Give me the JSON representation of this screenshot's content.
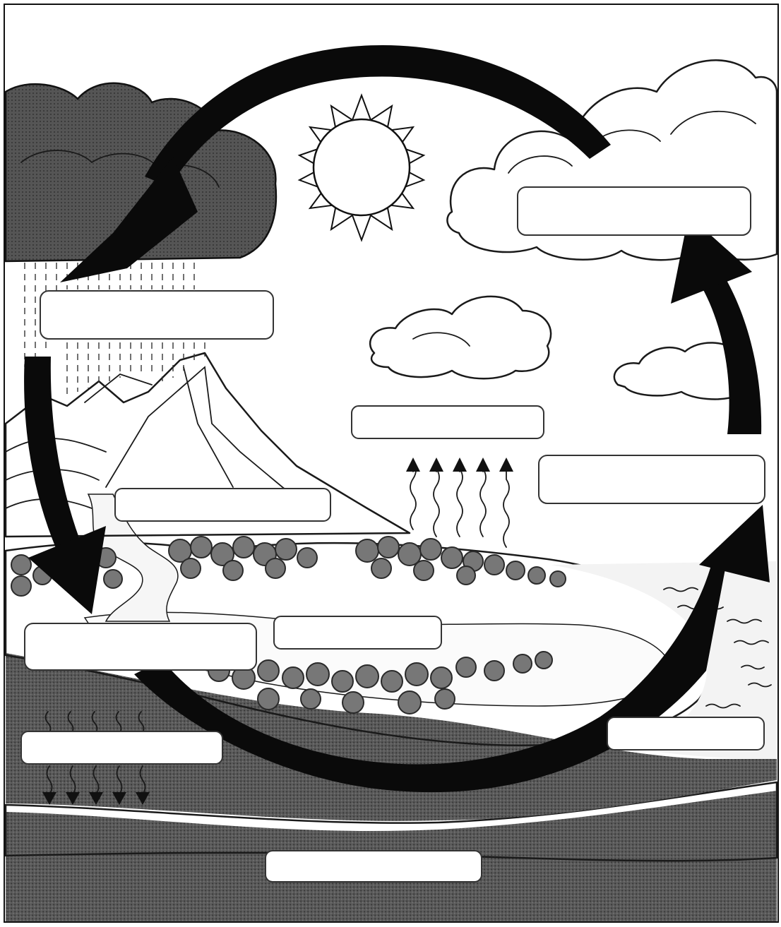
{
  "colors": {
    "paper": "#ffffff",
    "ink": "#111111",
    "arrow": "#0a0a0a",
    "storm_cloud": "#4a4a4a",
    "vegetation": "#6e6e6e",
    "land": "#d9d9d9",
    "soil": "#8c8c8c",
    "bedrock": "#5c5c5c",
    "water": "#f2f2f2"
  },
  "labels": [
    {
      "id": "box-top-right-cloud",
      "text": ""
    },
    {
      "id": "box-left-rain",
      "text": ""
    },
    {
      "id": "box-center-vapor",
      "text": ""
    },
    {
      "id": "box-right-middle",
      "text": ""
    },
    {
      "id": "box-mountain",
      "text": ""
    },
    {
      "id": "box-left-land",
      "text": ""
    },
    {
      "id": "box-center-land",
      "text": ""
    },
    {
      "id": "box-left-soil",
      "text": ""
    },
    {
      "id": "box-right-ocean",
      "text": ""
    },
    {
      "id": "box-bottom-groundwater",
      "text": ""
    }
  ],
  "icons": [
    "sun-icon",
    "storm-cloud-icon",
    "cloud-icon",
    "mountain-icon",
    "tree-icon",
    "wavy-up-arrow-icon",
    "wavy-down-arrow-icon",
    "cycle-arrow-icon"
  ]
}
